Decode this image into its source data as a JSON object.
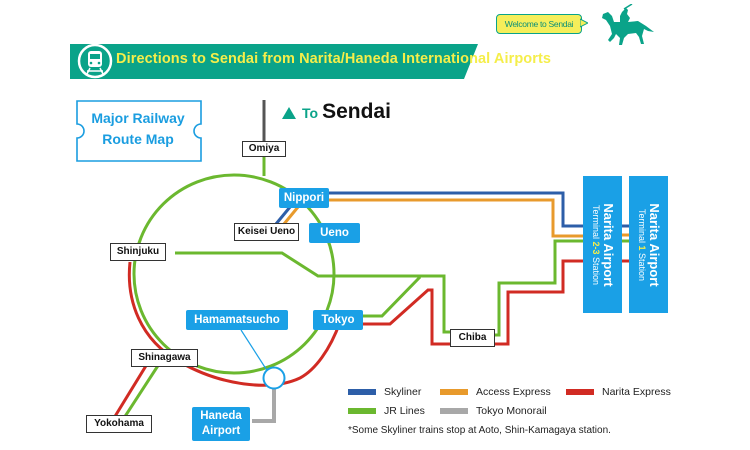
{
  "header": {
    "banner_title": "Directions to Sendai from Narita/Haneda International Airports",
    "welcome_bubble": "Welcome to Sendai",
    "banner_icon": "train-icon",
    "mascot_icon": "samurai-horse-rider-icon",
    "colors": {
      "banner": "#0aa389",
      "banner_text": "#f5ee4a",
      "bubble": "#f5ee5a"
    }
  },
  "map": {
    "title_line1": "Major Railway",
    "title_line2": "Route Map",
    "to_label": "To",
    "destination": "Sendai",
    "stations": {
      "omiya": "Omiya",
      "nippori": "Nippori",
      "keisei_ueno": "Keisei Ueno",
      "ueno": "Ueno",
      "shinjuku": "Shinjuku",
      "hamamatsucho": "Hamamatsucho",
      "tokyo": "Tokyo",
      "chiba": "Chiba",
      "shinagawa": "Shinagawa",
      "yokohama": "Yokohama",
      "haneda_line1": "Haneda",
      "haneda_line2": "Airport"
    },
    "narita_t23": {
      "name": "Narita Airport",
      "sub_prefix": "Terminal ",
      "sub_highlight": "2-3",
      "sub_suffix": " Station"
    },
    "narita_t1": {
      "name": "Narita Airport",
      "sub_prefix": "Terminal ",
      "sub_highlight": "1",
      "sub_suffix": " Station"
    }
  },
  "legend": {
    "items": [
      {
        "label": "Skyliner",
        "color": "#2d5ea8"
      },
      {
        "label": "Access Express",
        "color": "#e89a2c"
      },
      {
        "label": "Narita Express",
        "color": "#d12b23"
      },
      {
        "label": "JR Lines",
        "color": "#6bb82f"
      },
      {
        "label": "Tokyo Monorail",
        "color": "#a8a8a8"
      }
    ],
    "note": "*Some Skyliner trains stop at Aoto, Shin-Kamagaya station."
  }
}
